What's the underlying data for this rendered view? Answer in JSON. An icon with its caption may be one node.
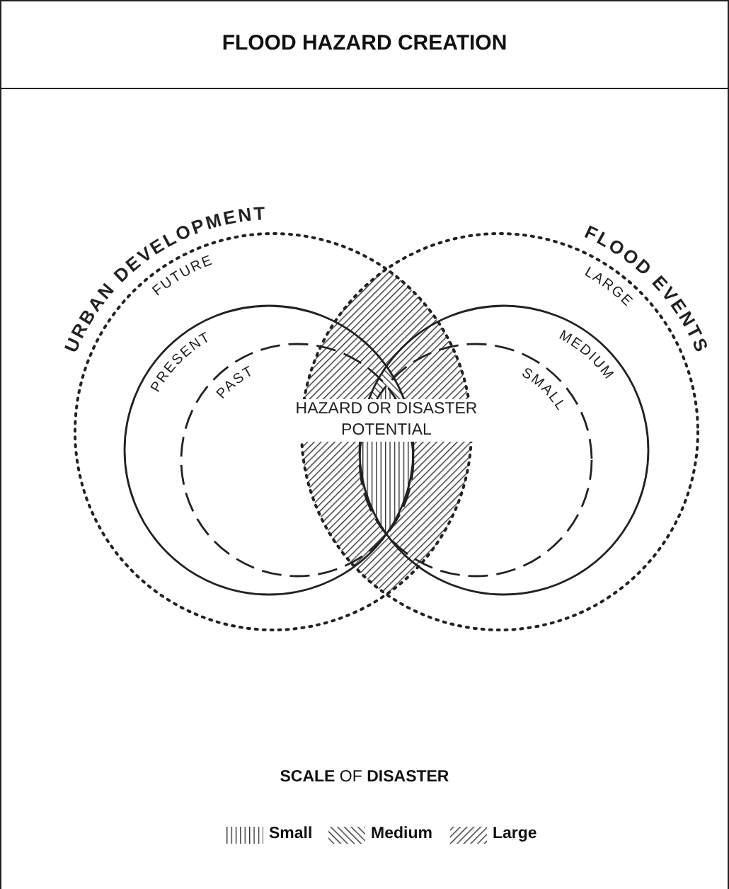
{
  "diagram": {
    "title": "FLOOD HAZARD CREATION",
    "labels": [
      "URBAN DEVELOPMENT",
      "FLOOD EVENTS",
      "FUTURE",
      "LARGE",
      "PRESENT",
      "MEDIUM",
      "PAST",
      "SMALL",
      "HAZARD OR DISASTER POTENTIAL",
      "**SCALE** OF **DISASTER**"
    ],
    "legend": [
      {
        "text": "Small"
      },
      {
        "text": "Medium"
      },
      {
        "text": "Large"
      }
    ]
  }
}
